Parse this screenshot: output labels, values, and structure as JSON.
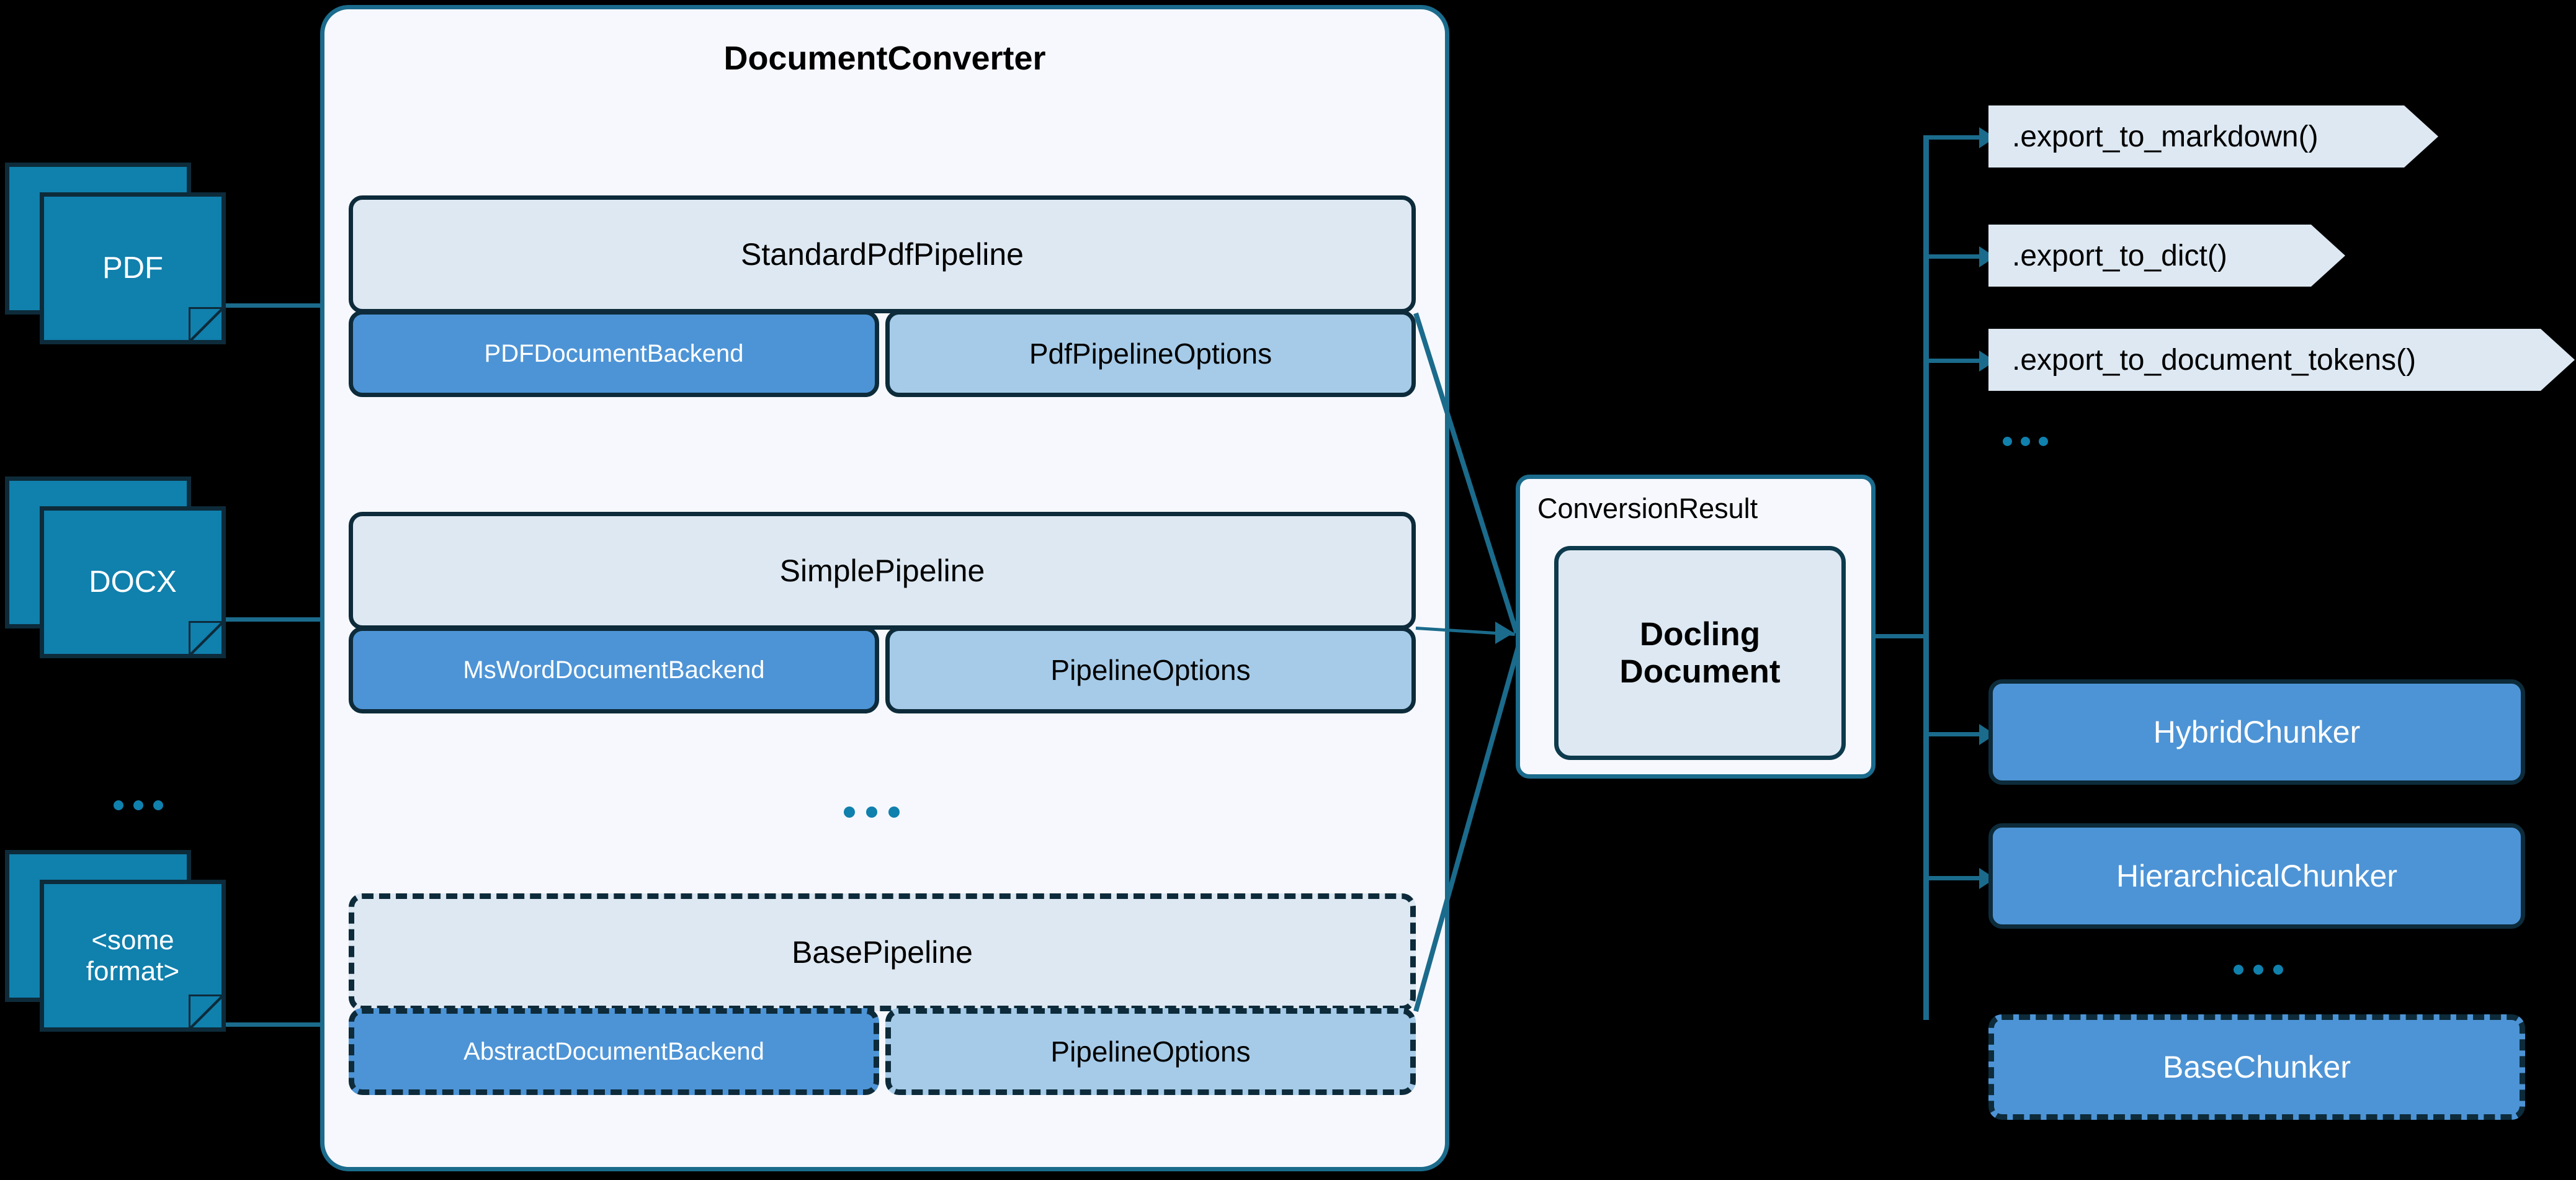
{
  "colors": {
    "background": "#000000",
    "accent_teal": "#1b6b8c",
    "doc_icon": "#1080ad",
    "outline_dark": "#0d2b3a",
    "pipeline_head": "#dde8f2",
    "backend_blue": "#4d94d6",
    "options_blue": "#a6cbe8",
    "container_fill": "#f6f8fd"
  },
  "inputs": {
    "documents": [
      {
        "label": "PDF",
        "multiline": false
      },
      {
        "label": "DOCX",
        "multiline": false
      },
      {
        "label": "<some\nformat>",
        "line1": "<some",
        "line2": "format>",
        "multiline": true
      }
    ],
    "ellipsis": "..."
  },
  "converter": {
    "title": "DocumentConverter",
    "ellipsis": "...",
    "pipelines": [
      {
        "name": "StandardPdfPipeline",
        "backend": "PDFDocumentBackend",
        "options": "PdfPipelineOptions",
        "abstract": false
      },
      {
        "name": "SimplePipeline",
        "backend": "MsWordDocumentBackend",
        "options": "PipelineOptions",
        "abstract": false
      },
      {
        "name": "BasePipeline",
        "backend": "AbstractDocumentBackend",
        "options": "PipelineOptions",
        "abstract": true
      }
    ]
  },
  "conversion_result": {
    "label": "ConversionResult",
    "document_line1": "Docling",
    "document_line2": "Document"
  },
  "exports": {
    "methods": [
      ".export_to_markdown()",
      ".export_to_dict()",
      ".export_to_document_tokens()"
    ],
    "ellipsis": "..."
  },
  "chunkers": {
    "items": [
      {
        "label": "HybridChunker",
        "abstract": false
      },
      {
        "label": "HierarchicalChunker",
        "abstract": false
      },
      {
        "label": "BaseChunker",
        "abstract": true
      }
    ],
    "ellipsis": "..."
  }
}
